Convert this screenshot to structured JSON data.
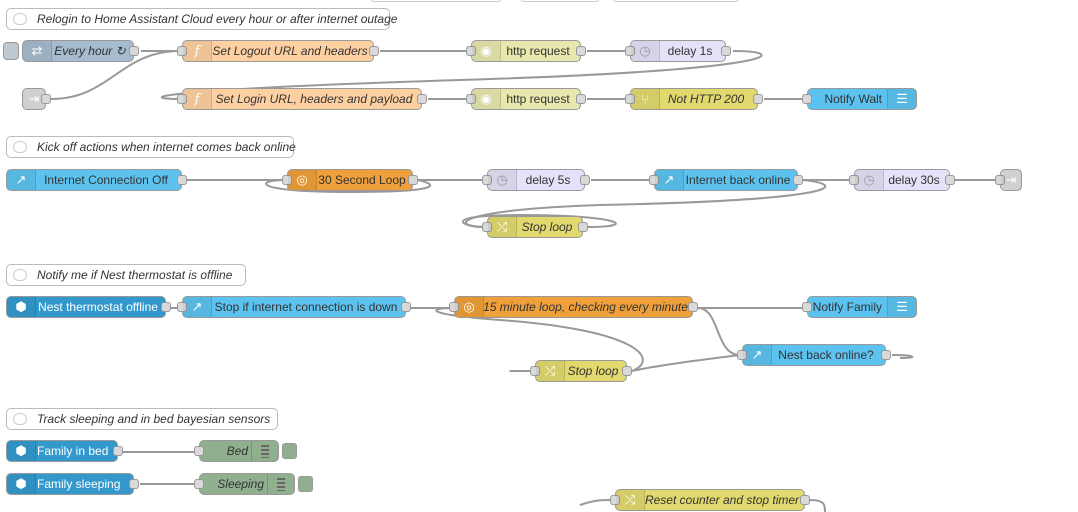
{
  "comments": [
    {
      "id": "c1",
      "label": "Relogin to Home Assistant Cloud every hour or after internet outage"
    },
    {
      "id": "c2",
      "label": "Kick off actions when internet comes back online"
    },
    {
      "id": "c3",
      "label": "Notify me if Nest thermostat is offline"
    },
    {
      "id": "c4",
      "label": "Track sleeping and in bed bayesian sensors"
    }
  ],
  "nodes": {
    "every_hour": {
      "label": "Every hour ↻",
      "icon": "arrow-right-left-icon",
      "color": "#a6bbcf"
    },
    "set_logout": {
      "label": "Set Logout URL and headers",
      "icon": "function-icon",
      "color": "#fdd0a2"
    },
    "http1": {
      "label": "http request",
      "icon": "globe-icon",
      "color": "#e7e7ae"
    },
    "delay1": {
      "label": "delay 1s",
      "icon": "timer-icon",
      "color": "#e6e0f8"
    },
    "set_login": {
      "label": "Set Login URL, headers and payload",
      "icon": "function-icon",
      "color": "#fdd0a2"
    },
    "http2": {
      "label": "http request",
      "icon": "globe-icon",
      "color": "#e7e7ae"
    },
    "not200": {
      "label": "Not HTTP 200",
      "icon": "switch-icon",
      "color": "#e2d96e"
    },
    "notify_walt": {
      "label": "Notify Walt",
      "icon": "router-icon",
      "color": "#5cc3f0"
    },
    "internet_off": {
      "label": "Internet Connection Off",
      "icon": "arrow-up-right-icon",
      "color": "#5cc3f0"
    },
    "loop30": {
      "label": "30 Second Loop",
      "icon": "loop-icon",
      "color": "#f0a03a"
    },
    "delay5": {
      "label": "delay 5s",
      "icon": "timer-icon",
      "color": "#e6e0f8"
    },
    "internet_back": {
      "label": "Internet back online",
      "icon": "arrow-up-right-icon",
      "color": "#5cc3f0"
    },
    "delay30": {
      "label": "delay 30s",
      "icon": "timer-icon",
      "color": "#e6e0f8"
    },
    "stop_loop1": {
      "label": "Stop loop",
      "icon": "change-icon",
      "color": "#e2d96e"
    },
    "nest_offline": {
      "label": "Nest thermostat offline",
      "icon": "home-assistant-icon",
      "color": "#3399cc"
    },
    "stop_if_down": {
      "label": "Stop if internet connection is down",
      "icon": "arrow-up-right-icon",
      "color": "#5cc3f0"
    },
    "loop15": {
      "label": "15 minute loop, checking every minute",
      "icon": "loop-icon",
      "color": "#f0a03a"
    },
    "notify_family": {
      "label": "Notify Family",
      "icon": "router-icon",
      "color": "#5cc3f0"
    },
    "nest_back": {
      "label": "Nest back online?",
      "icon": "arrow-up-right-icon",
      "color": "#5cc3f0"
    },
    "stop_loop2": {
      "label": "Stop loop",
      "icon": "change-icon",
      "color": "#e2d96e"
    },
    "family_bed": {
      "label": "Family in bed",
      "icon": "home-assistant-icon",
      "color": "#3399cc"
    },
    "bed": {
      "label": "Bed",
      "icon": "debug-bars-icon",
      "color": "#8faf8f"
    },
    "family_sleeping": {
      "label": "Family sleeping",
      "icon": "home-assistant-icon",
      "color": "#3399cc"
    },
    "sleeping": {
      "label": "Sleeping",
      "icon": "debug-bars-icon",
      "color": "#8faf8f"
    },
    "reset_counter": {
      "label": "Reset counter and stop timer",
      "icon": "change-icon",
      "color": "#e2d96e"
    }
  }
}
